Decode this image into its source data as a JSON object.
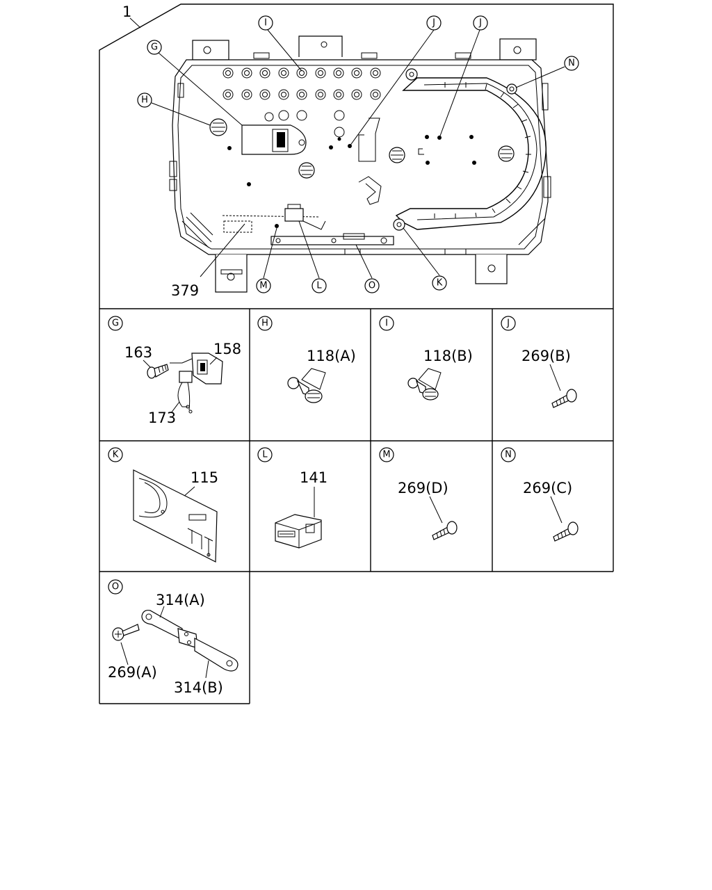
{
  "assembly": {
    "number": "1"
  },
  "main_callouts": {
    "G": "G",
    "H": "H",
    "I": "I",
    "J1": "J",
    "J2": "J",
    "N": "N",
    "M": "M",
    "L": "L",
    "O": "O",
    "K": "K",
    "part_379": "379"
  },
  "panels": {
    "G": {
      "letter": "G",
      "parts": [
        "163",
        "158",
        "173"
      ]
    },
    "H": {
      "letter": "H",
      "parts": [
        "118(A)"
      ]
    },
    "I": {
      "letter": "I",
      "parts": [
        "118(B)"
      ]
    },
    "J": {
      "letter": "J",
      "parts": [
        "269(B)"
      ]
    },
    "K": {
      "letter": "K",
      "parts": [
        "115"
      ]
    },
    "L": {
      "letter": "L",
      "parts": [
        "141"
      ]
    },
    "M": {
      "letter": "M",
      "parts": [
        "269(D)"
      ]
    },
    "N": {
      "letter": "N",
      "parts": [
        "269(C)"
      ]
    },
    "O": {
      "letter": "O",
      "parts": [
        "314(A)",
        "269(A)",
        "314(B)"
      ]
    }
  }
}
